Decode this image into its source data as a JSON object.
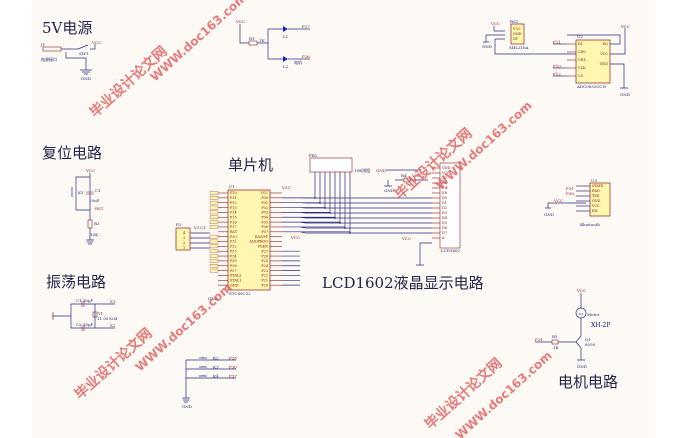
{
  "sections": {
    "power": "5V电源",
    "reset": "复位电路",
    "oscillator": "振荡电路",
    "mcu": "单片机",
    "lcd": "LCD1602液晶显示电路",
    "motor": "电机电路"
  },
  "power": {
    "jack": "电源接口",
    "switch": "SW1",
    "vcc": "VCC",
    "gnd": "GND",
    "j": "J1"
  },
  "leds": {
    "vcc": "VCC",
    "r": "R1",
    "rv": "1K",
    "l1": "L1",
    "l2": "L2",
    "n1": "P27",
    "n2": "P26",
    "n2b": "电机"
  },
  "reset": {
    "vcc": "VCC",
    "k": "K1",
    "c": "C1",
    "cv": "10uF",
    "rst": "RST",
    "r": "R3",
    "rv": "10K"
  },
  "osc": {
    "c1": "C1 30pF",
    "c2": "C2 30pF",
    "y": "Y1",
    "yv": "11.0592M",
    "x1": "X1",
    "x2": "X2"
  },
  "keys": [
    {
      "k": "K2",
      "n": "P35"
    },
    {
      "k": "K3",
      "n": "P36"
    },
    {
      "k": "K4",
      "n": "P37"
    }
  ],
  "keys_gnd": "GND",
  "mcu": {
    "ref": "U1",
    "part": "STC89C52",
    "left": [
      "P10",
      "P11",
      "P12",
      "P13",
      "P14",
      "P15",
      "P16",
      "P17",
      "RST",
      "P30",
      "P31",
      "P32",
      "P33",
      "P34",
      "P35",
      "P36",
      "P37",
      "XTAL2",
      "XTAL1",
      "GND"
    ],
    "right": [
      "VCC",
      "P00",
      "P01",
      "P02",
      "P03",
      "P04",
      "P05",
      "P06",
      "P07",
      "EA/VPP",
      "ALE/PROG",
      "PSEN",
      "P27",
      "P26",
      "P25",
      "P24",
      "P23",
      "P22",
      "P21",
      "P20"
    ],
    "vcc": "VCC",
    "vcc2": "VCC",
    "gnd": "GND"
  },
  "header": {
    "ref": "P2",
    "vcc": "VCC1",
    "pins": [
      "4",
      "3",
      "2",
      "1"
    ]
  },
  "respack": {
    "ref": "PR1",
    "note": "10K排阻"
  },
  "lcd": {
    "ref": "LCD1602",
    "pins": [
      "GND",
      "VCC",
      "VO",
      "RS",
      "RW",
      "EN",
      "D0",
      "D1",
      "D2",
      "D3",
      "D4",
      "D5",
      "D6",
      "D7",
      "A"
    ],
    "gnd": "GND",
    "vcc": "VCC",
    "r": "R4",
    "vcc2": "VCC",
    "gnd2": "GND"
  },
  "sensor": {
    "ref": "RS1",
    "part": "SHL216A",
    "pins": [
      "VCC",
      "GND",
      "D1"
    ],
    "vcc": "VCC",
    "gnd": "GND"
  },
  "adc": {
    "ref": "U2",
    "part": "ADC0832CCN",
    "left": [
      "DI",
      "CH0",
      "CH1",
      "CLK",
      "CS"
    ],
    "right": [
      "DO",
      "VCC",
      "GND"
    ],
    "nets": [
      "P11",
      "P10",
      "P12"
    ],
    "vcc": "VCC",
    "gnd": "GND"
  },
  "bt": {
    "ref": "U3",
    "part": "Bluetooth",
    "pins": [
      "STATE",
      "RXD",
      "TXD",
      "GND",
      "VCC",
      "EN"
    ],
    "nets": [
      "P31",
      "P30"
    ],
    "vcc": "VCC",
    "gnd": "GND"
  },
  "motor": {
    "vcc": "VCC",
    "m": "M1",
    "mv": "Motor",
    "conn": "XH-2P",
    "r": "R5",
    "rv": "1K",
    "q": "Q1",
    "qv": "8550",
    "net": "P21",
    "gnd": "GND"
  },
  "watermark": {
    "cn": "毕业设计论文网",
    "url": "WWW.doc163.com"
  }
}
